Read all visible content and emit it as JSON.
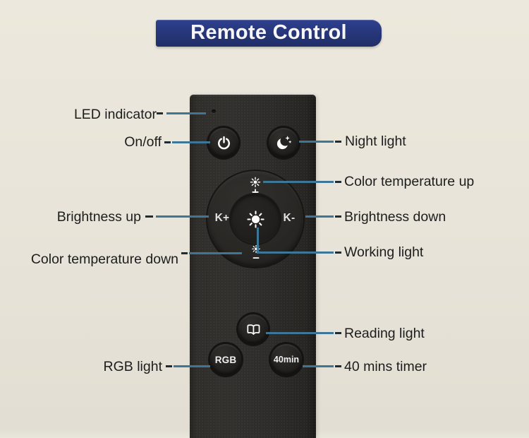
{
  "title": "Remote Control",
  "callouts": {
    "led": "LED indicator",
    "onoff": "On/off",
    "brightness_up": "Brightness up",
    "color_temp_down": "Color temperature down",
    "rgb_light": "RGB light",
    "night_light": "Night light",
    "color_temp_up": "Color temperature up",
    "brightness_down": "Brightness down",
    "working_light": "Working light",
    "reading_light": "Reading light",
    "timer": "40 mins timer"
  },
  "remote": {
    "k_plus": "K+",
    "k_minus": "K-",
    "rgb": "RGB",
    "timer": "40min",
    "icons": {
      "power": "power-icon",
      "night": "moon-stars-icon",
      "color_up": "sun-plus-icon",
      "color_down": "sun-minus-icon",
      "working": "sun-icon",
      "reading": "open-book-icon"
    }
  },
  "colors": {
    "background": "#e8e4d9",
    "banner": "#263576",
    "callout_line": "#3e7698",
    "callout_dash": "#1f2c33",
    "remote_body": "#2d2c2a",
    "label_text": "#1d1d1d"
  }
}
